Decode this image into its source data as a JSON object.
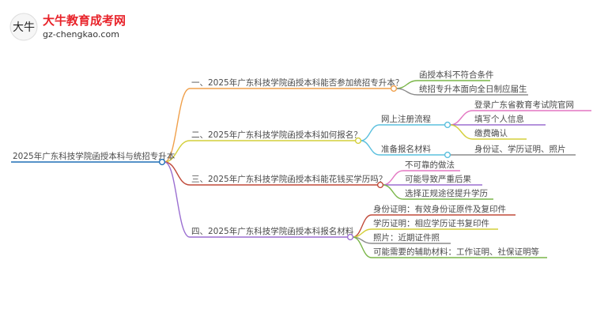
{
  "brand": {
    "logo_text": "大牛",
    "title": "大牛教育成考网",
    "url": "gz-chengkao.com"
  },
  "mindmap": {
    "root": "2025年广东科技学院函授本科与统招专升本",
    "branches": [
      {
        "label": "一、2025年广东科技学院函授本科能否参加统招专升本？",
        "color": "#f0a04b",
        "children": [
          {
            "label": "函授本科不符合条件",
            "color": "#7ab648"
          },
          {
            "label": "统招专升本面向全日制应届生",
            "color": "#8c8c8c"
          }
        ]
      },
      {
        "label": "二、2025年广东科技学院函授本科如何报名？",
        "color": "#d4cf3a",
        "children": [
          {
            "label": "网上注册流程",
            "color": "#5bc0de",
            "children": [
              {
                "label": "登录广东省教育考试院官网",
                "color": "#e377c2"
              },
              {
                "label": "填写个人信息",
                "color": "#9b6fd1"
              },
              {
                "label": "缴费确认",
                "color": "#d4cf3a"
              }
            ]
          },
          {
            "label": "准备报名材料",
            "color": "#5bc0de",
            "children": [
              {
                "label": "身份证、学历证明、照片",
                "color": "#8c8c8c"
              }
            ]
          }
        ]
      },
      {
        "label": "三、2025年广东科技学院函授本科能花钱买学历吗？",
        "color": "#c04a3a",
        "children": [
          {
            "label": "不可靠的做法",
            "color": "#e377c2"
          },
          {
            "label": "可能导致严重后果",
            "color": "#9b6fd1"
          },
          {
            "label": "选择正规途径提升学历",
            "color": "#7ab648"
          }
        ]
      },
      {
        "label": "四、2025年广东科技学院函授本科报名材料",
        "color": "#9b6fd1",
        "children": [
          {
            "label": "身份证明：有效身份证原件及复印件",
            "color": "#c04a3a"
          },
          {
            "label": "学历证明：相应学历证书复印件",
            "color": "#d4cf3a"
          },
          {
            "label": "照片：近期证件照",
            "color": "#8c8c8c"
          },
          {
            "label": "可能需要的辅助材料：工作证明、社保证明等",
            "color": "#7ab648"
          }
        ]
      }
    ]
  }
}
